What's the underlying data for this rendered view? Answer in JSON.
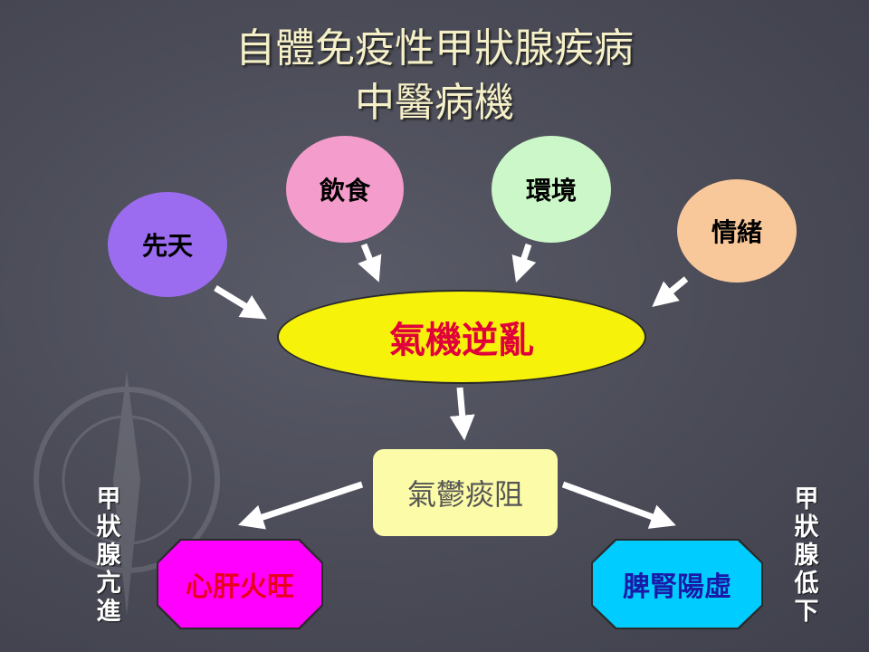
{
  "title": {
    "line1": "自體免疫性甲狀腺疾病",
    "line2": "中醫病機"
  },
  "nodes": {
    "xiantian": "先天",
    "yinshi": "飲食",
    "huanjing": "環境",
    "qingxu": "情緒",
    "qiji": "氣機逆亂",
    "qiyu": "氣鬱痰阻",
    "xingan": "心肝火旺",
    "pishen": "脾腎陽虛"
  },
  "labels": {
    "left": "甲狀腺亢進",
    "right": "甲狀腺低下"
  },
  "colors": {
    "xiantian": "#9c6cf0",
    "yinshi": "#f49ccc",
    "huanjing": "#ccf7c8",
    "qingxu": "#f9c89a",
    "qiji_fill": "#f6f20a",
    "qiji_text": "#e0003a",
    "qiyu_fill": "#fbfba8",
    "xingan_fill": "#ff00ff",
    "xingan_text": "#e8001c",
    "pishen_fill": "#00ccff",
    "pishen_text": "#1a1aa8",
    "arrow": "#ffffff"
  }
}
